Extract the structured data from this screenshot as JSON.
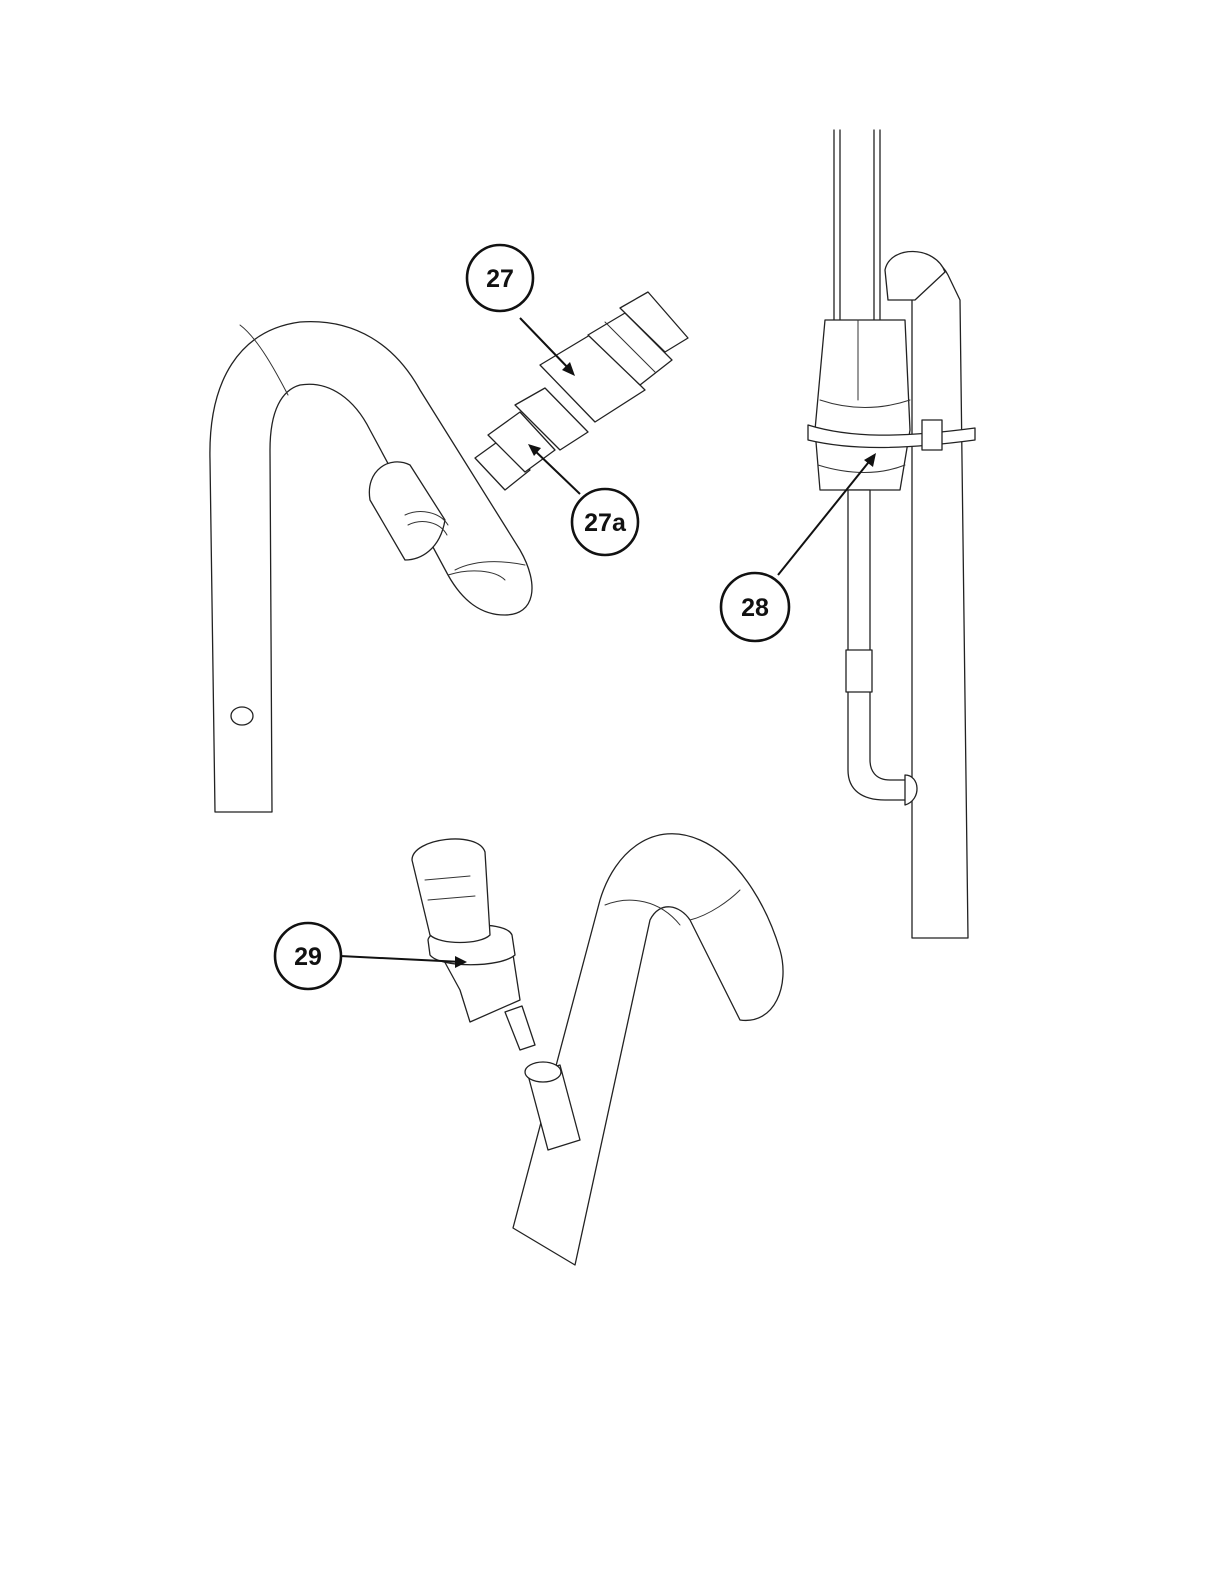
{
  "callouts": [
    {
      "id": "27",
      "label": "27"
    },
    {
      "id": "27a",
      "label": "27a"
    },
    {
      "id": "28",
      "label": "28"
    },
    {
      "id": "29",
      "label": "29"
    }
  ],
  "colors": {
    "line": "#222222",
    "background": "#ffffff"
  }
}
